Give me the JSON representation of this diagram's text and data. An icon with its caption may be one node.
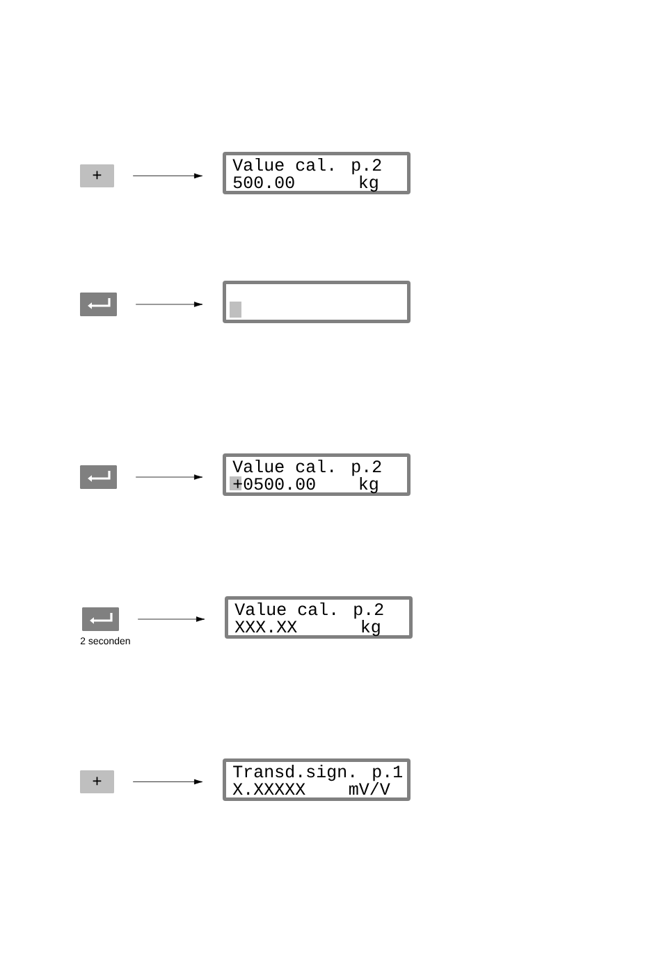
{
  "diagram": {
    "nodes": [
      {
        "text": [
          "+"
        ]
      },
      {
        "text": [
          "Value cal. p.2",
          "500.00",
          "kg"
        ]
      },
      {
        "text": [],
        "shape": "box"
      },
      {
        "text": [],
        "shape": "box"
      },
      {
        "text": [],
        "shape": "box"
      },
      {
        "text": [
          "Value cal. p.2",
          "+0500.00",
          "kg"
        ]
      },
      {
        "text": [],
        "shape": "box",
        "beside": [
          "2 seconden"
        ]
      },
      {
        "text": [
          "Value cal. p.2",
          "XXX.XX",
          "kg"
        ]
      },
      {
        "text": [
          "+"
        ]
      },
      {
        "text": [
          "Transd.sign. p.1",
          "X.XXXXX",
          "mV/V"
        ]
      }
    ],
    "edges": [
      {
        "from": 0,
        "to": 1,
        "arrow": "to"
      },
      {
        "from": 2,
        "to": 3,
        "arrow": "to"
      },
      {
        "from": 4,
        "to": 5,
        "arrow": "to"
      },
      {
        "from": 6,
        "to": 7,
        "arrow": "to"
      },
      {
        "from": 8,
        "to": 9,
        "arrow": "to"
      }
    ]
  }
}
